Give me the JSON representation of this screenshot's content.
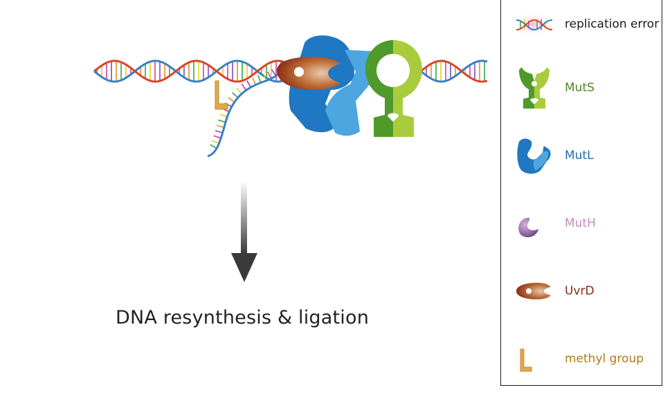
{
  "caption": "DNA resynthesis & ligation",
  "legend": {
    "items": [
      {
        "label": "replication error",
        "color": "#1a1a1a",
        "icon": "replication-error-icon"
      },
      {
        "label": "MutS",
        "color": "#4a8a23",
        "icon": "muts-icon"
      },
      {
        "label": "MutL",
        "color": "#1f6fae",
        "icon": "mutl-icon"
      },
      {
        "label": "MutH",
        "color": "#c28ac2",
        "icon": "muth-icon"
      },
      {
        "label": "UvrD",
        "color": "#8a2a14",
        "icon": "uvrd-icon"
      },
      {
        "label": "methyl group",
        "color": "#b07a16",
        "icon": "methyl-group-icon"
      }
    ]
  },
  "colors": {
    "strand_blue": "#3a7fc4",
    "strand_red": "#d9432a",
    "muts_dark": "#4f9a2a",
    "muts_light": "#a8cc3c",
    "mutl_dark": "#1f78c1",
    "mutl_light": "#4ea6e0",
    "uvrd": "#b55a2a",
    "muth": "#9a6aa8",
    "methyl": "#e0a84a",
    "arrow": "#444444"
  }
}
